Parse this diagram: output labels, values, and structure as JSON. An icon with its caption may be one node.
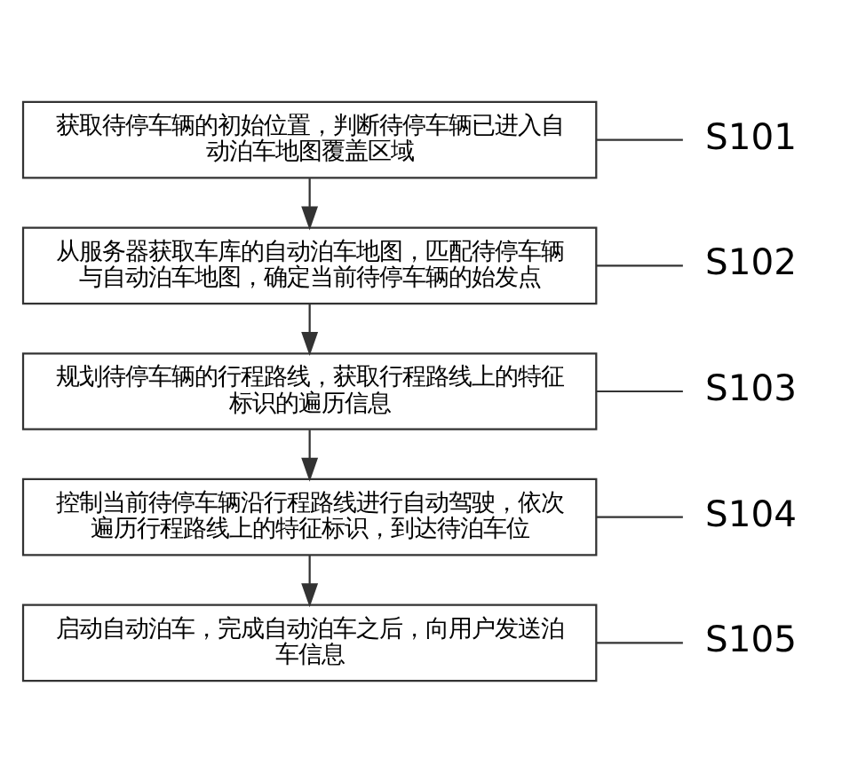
{
  "diagram": {
    "nodes": [
      {
        "text": [
          "获取待停车辆的初始位置，判断待停车辆已进入自动泊车地图覆盖区域"
        ]
      },
      {
        "text": [
          "从服务器获取车库的自动泊车地图，匹配待停车辆与自动泊车地图，确定当前待停车辆的始发点"
        ]
      },
      {
        "text": [
          "规划待停车辆的行程路线，获取行程路线上的特征标识的遍历信息"
        ]
      },
      {
        "text": [
          "控制当前待停车辆沿行程路线进行自动驾驶，依次遍历行程路线上的特征标识，到达待泊车位"
        ]
      },
      {
        "text": [
          "启动自动泊车，完成自动泊车之后，向用户发送泊车信息"
        ]
      },
      {
        "text": [
          "S101"
        ]
      },
      {
        "text": [
          "S102"
        ]
      },
      {
        "text": [
          "S103"
        ]
      },
      {
        "text": [
          "S104"
        ]
      },
      {
        "text": [
          "S105"
        ]
      }
    ],
    "edges": [
      {
        "from": 0,
        "to": 1,
        "arrow": "to"
      },
      {
        "from": 1,
        "to": 2,
        "arrow": "to"
      },
      {
        "from": 2,
        "to": 3,
        "arrow": "to"
      },
      {
        "from": 3,
        "to": 4,
        "arrow": "to"
      },
      {
        "from": 5,
        "to": 0,
        "arrow": "none"
      },
      {
        "from": 6,
        "to": 1,
        "arrow": "none"
      },
      {
        "from": 7,
        "to": 2,
        "arrow": "none"
      },
      {
        "from": 8,
        "to": 3,
        "arrow": "none"
      },
      {
        "from": 9,
        "to": 4,
        "arrow": "none"
      }
    ]
  }
}
